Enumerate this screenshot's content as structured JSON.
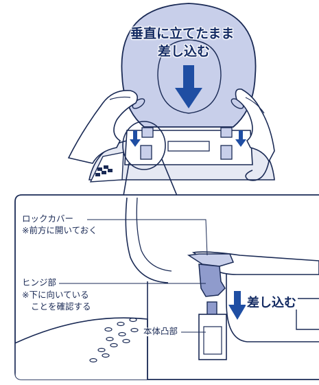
{
  "top_illustration": {
    "instruction_line1": "垂直に立てたまま",
    "instruction_line2": "差し込む"
  },
  "detail_illustration": {
    "lock_cover_label": "ロックカバー",
    "lock_cover_note": "※前方に開いておく",
    "hinge_label": "ヒンジ部",
    "hinge_note_line1": "※下に向いている",
    "hinge_note_line2": "ことを確認する",
    "body_protrusion_label": "本体凸部",
    "insert_label": "差し込む"
  },
  "colors": {
    "seat_fill": "#c8cfea",
    "outline": "#1a2a55",
    "arrow": "#1f4ea3"
  }
}
